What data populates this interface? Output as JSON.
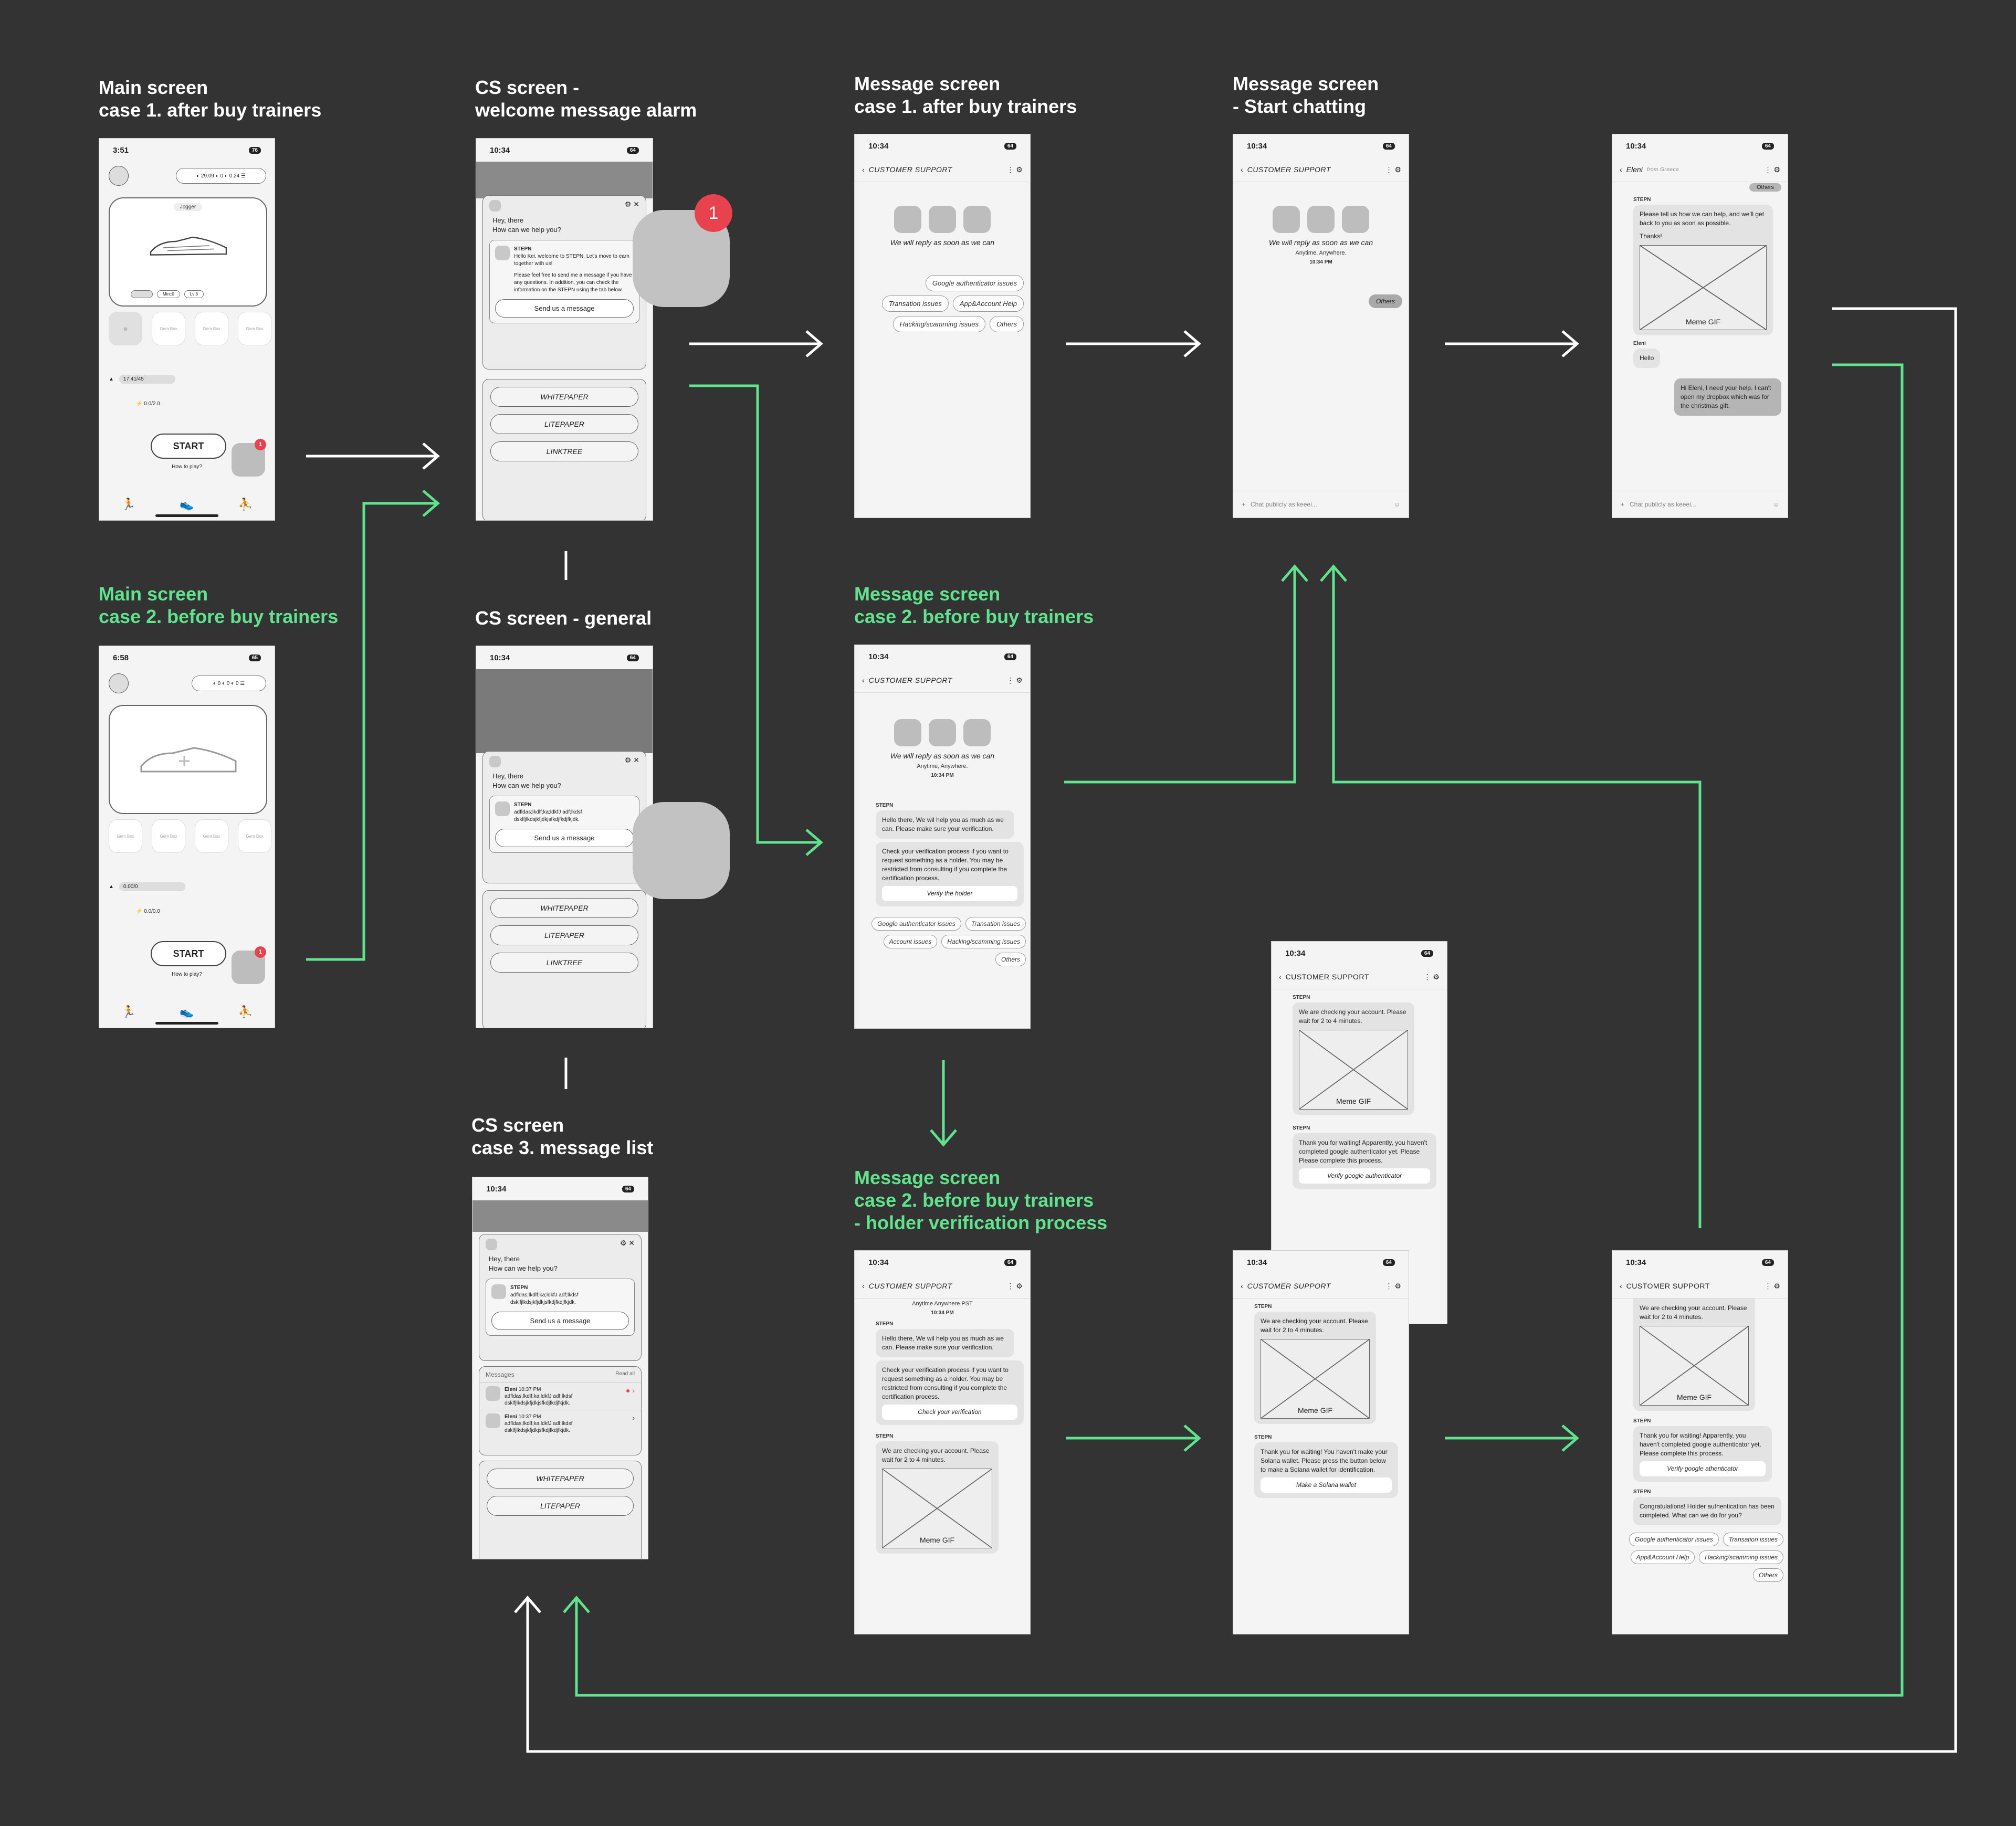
{
  "titles": {
    "main1": [
      "Main screen",
      "case 1. after buy trainers"
    ],
    "main2": [
      "Main screen",
      "case 2. before buy trainers"
    ],
    "cs_alarm": [
      "CS screen -",
      "welcome message alarm"
    ],
    "cs_general": [
      "CS screen - general"
    ],
    "cs_list": [
      "CS screen",
      "case 3. message list"
    ],
    "msg1": [
      "Message screen",
      "case 1. after buy trainers"
    ],
    "msg_start": [
      "Message screen",
      "- Start chatting"
    ],
    "msg2": [
      "Message screen",
      "case 2. before buy trainers"
    ],
    "msg2_holder": [
      "Message screen",
      "case 2. before buy trainers",
      "- holder verification process"
    ]
  },
  "colors": {
    "background": "#333333",
    "white_arrow": "#ffffff",
    "green_arrow": "#5fe38d",
    "badge": "#e8424f"
  },
  "status": {
    "time_a": "3:51",
    "time_b": "6:58",
    "time_c": "10:34"
  },
  "main": {
    "sneaker_tag": "Jogger",
    "energy1": "17.41/45",
    "energy2": "0.0/2.0",
    "energy_zero": "0.00/0",
    "energy_zero2": "0.0/0.0",
    "start": "START",
    "howto": "How to play?",
    "badge": "1",
    "slot": "Gem Box"
  },
  "cs": {
    "hey": "Hey, there",
    "help": "How can we help you?",
    "stepn": "STEPN",
    "welcome": "Hello Kei, welcome to STEPN. Let's move to earn together with us!",
    "welcome2": "Please feel free to send me a message if you have any questions. In addition, you can check the information on the STEPN using the tab below.",
    "garble": "adfldas;lkdlf;ka;ldkfJ adf;lkdsf dsklfjlkdsjkfjdkjsfkdjfkdjfkjdk.",
    "send": "Send us a message",
    "whitepaper": "WHITEPAPER",
    "litepaper": "LITEPAPER",
    "linktree": "LINKTREE",
    "alarm_badge": "1",
    "messages": "Messages",
    "read_all": "Read all",
    "eleni": "Eleni",
    "msg_time": "10:37 PM"
  },
  "msg": {
    "header": "CUSTOMER SUPPORT",
    "reply": "We will reply as soon as we can",
    "anytime": "Anytime, Anywhere.",
    "anytime_pst": "Anytime Anywhere PST",
    "time": "10:34 PM",
    "chips": [
      "Google authenticator issues",
      "Transation issues",
      "App&Account Help",
      "Hacking/scamming issues",
      "Others"
    ],
    "chips2": [
      "Google authenticator issues",
      "Transation issues",
      "Account issues",
      "Hacking/scamming issues",
      "Others"
    ],
    "others": "Others",
    "placeholder": "Chat publicly as keeei...",
    "hello_help": "Hello there, We wil help you as much as we can. Please make sure your verification.",
    "check_process": "Check your verification process if you want to request something as a holder. You may be restricted from consulting if you complete the certification process.",
    "verify_holder": "Verify the holder",
    "check_verif": "Check your verification",
    "checking": "We are checking your account. Please wait for 2 to 4 minutes.",
    "meme": "Meme GIF",
    "thanks_google": "Thank you for waiting! Apparently, you haven't completed google authenticator yet. Please Please complete this process.",
    "thanks_google2": "Thank you for waiting! Apparently, you haven't completed google authenticator yet. Please complete this process.",
    "verify_google": "Verify google authenticator",
    "verify_google2": "Verify google athenticator",
    "thanks_solana": "Thank you for waiting! You haven't make your Solana wallet. Please press the button below to make a Solana wallet for identification.",
    "make_solana": "Make a Solana wallet",
    "congrats": "Congratulations! Holder authentication has been completed. What can we do for you?",
    "eleni_from": "from Greece",
    "tell_us": "Please tell us how we can help, and we'll get back to you as soon as possible.",
    "thanks": "Thanks!",
    "hello": "Hello",
    "user_msg": "Hi Eleni, I need your help. I can't open my dropbox which was for the christmas gift."
  }
}
